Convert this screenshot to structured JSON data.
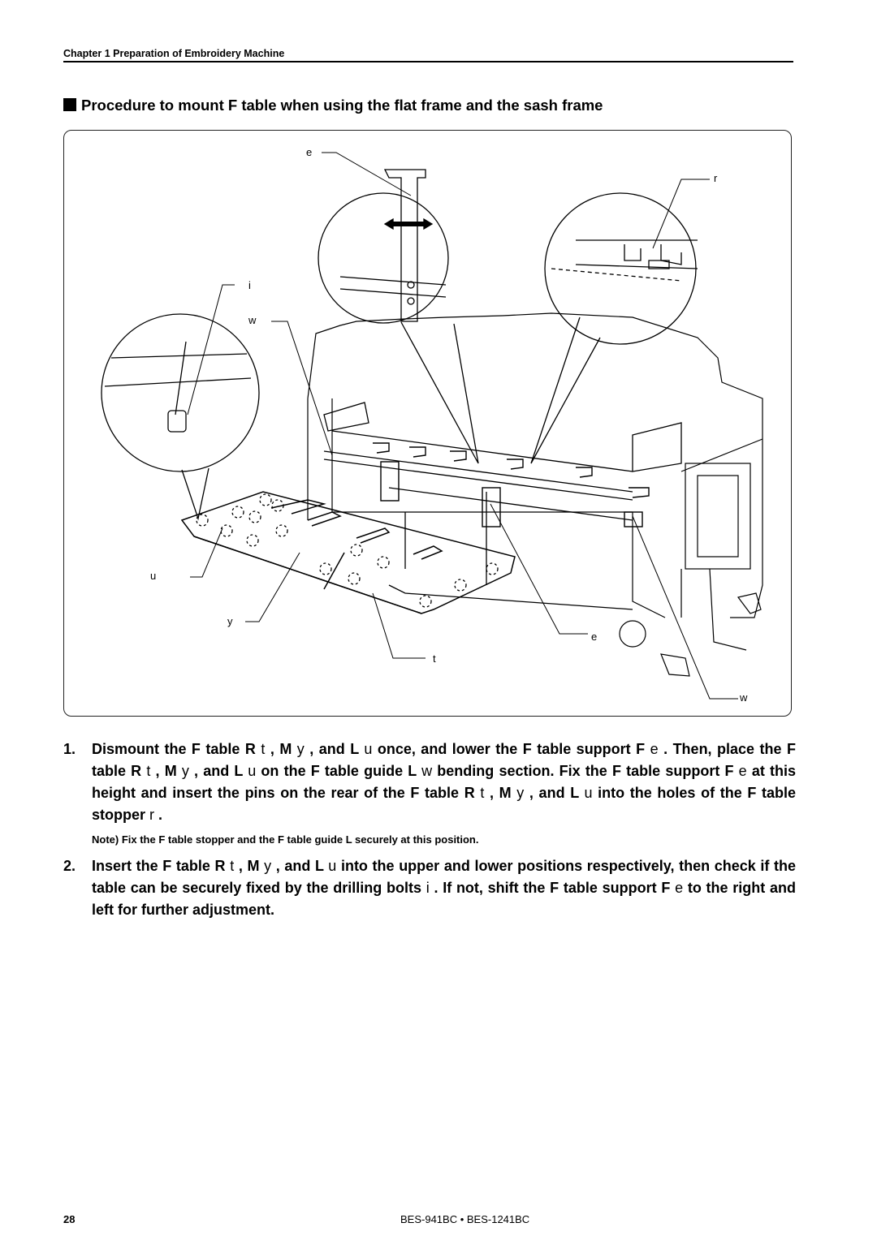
{
  "header": {
    "chapter": "Chapter 1  Preparation of Embroidery Machine"
  },
  "section": {
    "title": "Procedure to mount F table when using the flat frame and the sash frame"
  },
  "figure": {
    "callouts": {
      "e_top": "e",
      "r": "r",
      "i": "i",
      "w_left": "w",
      "u": "u",
      "y": "y",
      "e_bottom": "e",
      "t": "t",
      "w_bottom": "w"
    }
  },
  "steps": [
    {
      "number": "1.",
      "parts": [
        "Dismount the F table R ",
        "t",
        " , M ",
        "y",
        " , and L ",
        "u",
        "  once, and lower the F table support F ",
        "e",
        " .  Then, place the F table R ",
        "t",
        " , M ",
        "y",
        " , and L ",
        "u",
        "  on the F table guide L ",
        "w",
        "  bending section.  Fix the F table support F ",
        "e",
        "  at this height and insert the pins on the rear of the F table R ",
        "t",
        " , M ",
        "y",
        " , and L ",
        "u",
        " into the holes of the F table stopper ",
        "r",
        " ."
      ]
    },
    {
      "number": "2.",
      "parts": [
        "Insert the F table R ",
        "t",
        "  , M ",
        "y",
        " , and L ",
        "u",
        "  into the upper and lower positions respectively, then check if the table can be securely fixed by the drilling bolts ",
        "i",
        " .  If not, shift the F table support F ",
        "e",
        "  to the right and left for further adjustment."
      ]
    }
  ],
  "note": "Note)  Fix the F table stopper and the F table guide L securely at this position.",
  "footer": {
    "page_number": "28",
    "model": "BES-941BC • BES-1241BC"
  }
}
